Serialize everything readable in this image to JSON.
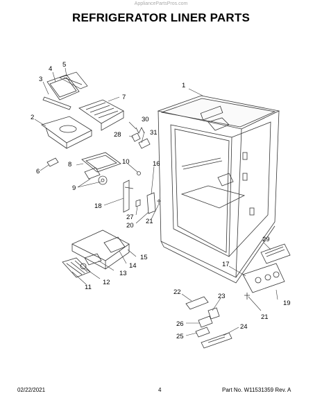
{
  "watermark": "AppliancePartsPros.com",
  "title": "REFRIGERATOR LINER PARTS",
  "footer": {
    "date": "02/22/2021",
    "page": "4",
    "part_info": "Part No. W11531359  Rev. A"
  },
  "callouts": {
    "c1": "1",
    "c2": "2",
    "c3": "3",
    "c4": "4",
    "c5": "5",
    "c6": "6",
    "c7": "7",
    "c8": "8",
    "c9": "9",
    "c10": "10",
    "c11": "11",
    "c12": "12",
    "c13": "13",
    "c14": "14",
    "c15": "15",
    "c16": "16",
    "c17": "17",
    "c18": "18",
    "c19": "19",
    "c20": "20",
    "c21a": "21",
    "c21b": "21",
    "c22": "22",
    "c23": "23",
    "c24": "24",
    "c25": "25",
    "c26": "26",
    "c27": "27",
    "c28": "28",
    "c29": "29",
    "c30": "30",
    "c31": "31"
  }
}
